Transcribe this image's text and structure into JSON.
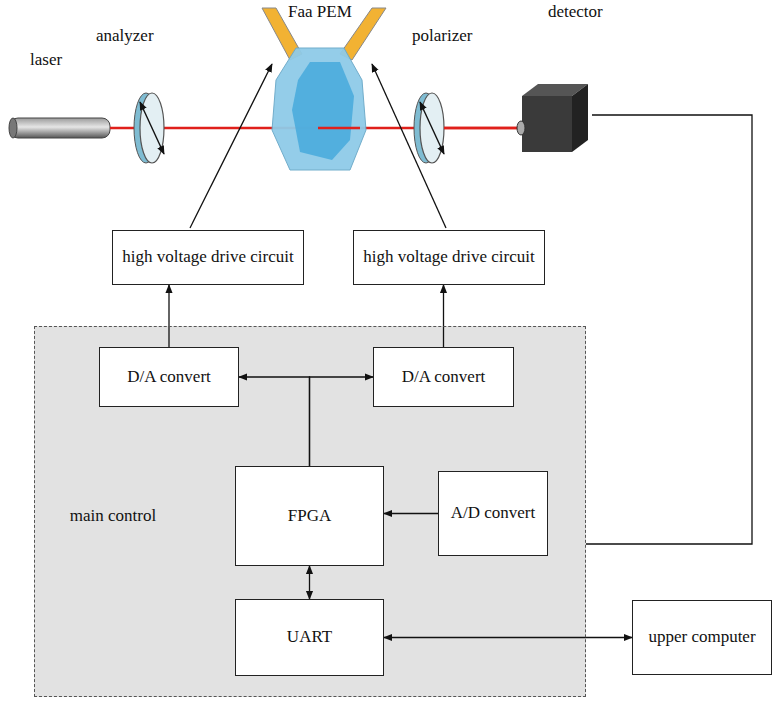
{
  "diagram": {
    "nodes": [
      {
        "text": [
          "high voltage drive circuit"
        ]
      },
      {
        "text": [
          "high voltage drive circuit"
        ]
      },
      {
        "text": [
          "main control"
        ]
      },
      {
        "text": [
          "D/A convert"
        ],
        "in": 2
      },
      {
        "text": [
          "D/A convert"
        ],
        "in": 2
      },
      {
        "text": [
          "FPGA"
        ],
        "in": 2
      },
      {
        "text": [
          "A/D convert"
        ],
        "in": 2
      },
      {
        "text": [
          "UART"
        ],
        "in": 2
      },
      {
        "text": [
          "upper computer"
        ]
      }
    ],
    "edges": [
      {
        "from": 3,
        "to": 0,
        "arrow": "to"
      },
      {
        "from": 4,
        "to": 1,
        "arrow": "to"
      },
      {
        "from": 5,
        "to": 3,
        "arrow": "to"
      },
      {
        "from": 5,
        "to": 4,
        "arrow": "to"
      },
      {
        "from": 6,
        "to": 5,
        "arrow": "to"
      },
      {
        "from": 5,
        "to": 7,
        "arrow": "both"
      },
      {
        "from": 7,
        "to": 8,
        "arrow": "both"
      }
    ],
    "labels": [
      "laser",
      "analyzer",
      "Faa PEM",
      "polarizer",
      "detector"
    ]
  }
}
